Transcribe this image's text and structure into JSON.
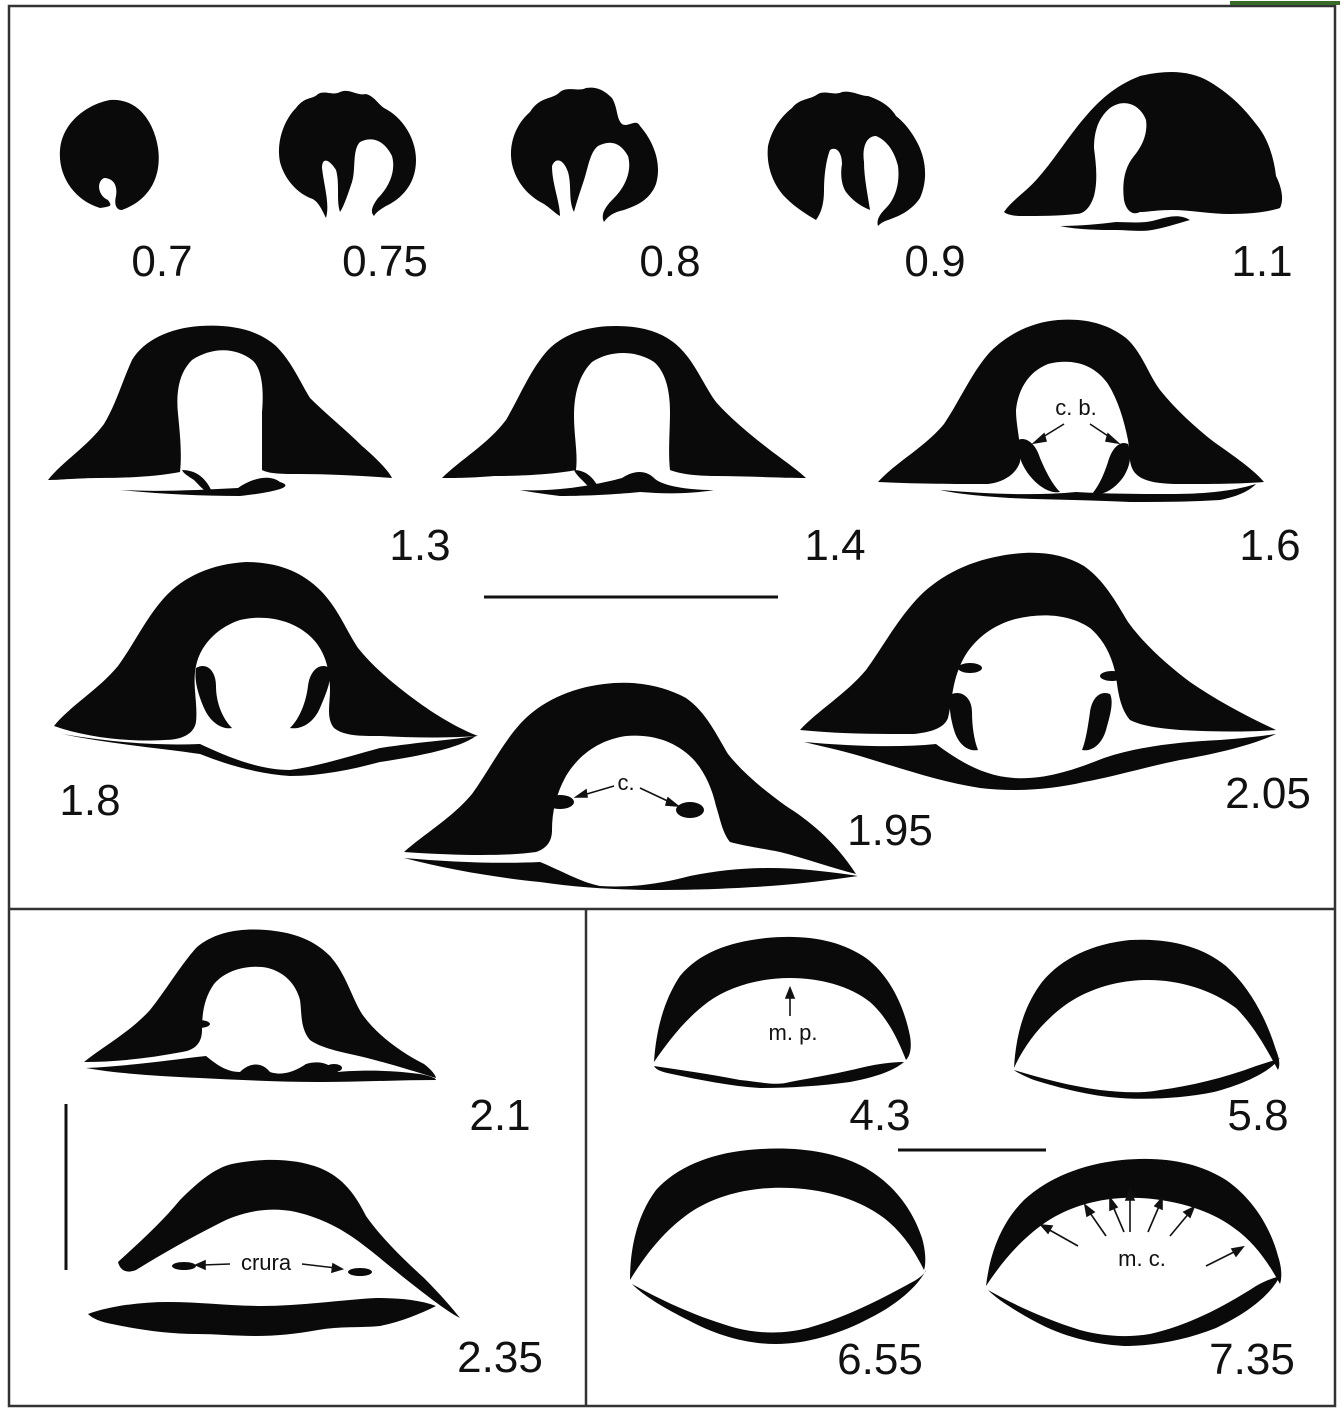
{
  "labels": {
    "s0_7": "0.7",
    "s0_75": "0.75",
    "s0_8": "0.8",
    "s0_9": "0.9",
    "s1_1": "1.1",
    "s1_3": "1.3",
    "s1_4": "1.4",
    "s1_6": "1.6",
    "s1_8": "1.8",
    "s1_95": "1.95",
    "s2_05": "2.05",
    "s2_1": "2.1",
    "s2_35": "2.35",
    "s4_3": "4.3",
    "s5_8": "5.8",
    "s6_55": "6.55",
    "s7_35": "7.35"
  },
  "annotations": {
    "cardinal_bases": "c. b.",
    "crura_short": "c.",
    "crura": "crura",
    "median_process": "m. p.",
    "muscle_scars": "m. c."
  },
  "colors": {
    "ink": "#0a0a0a",
    "frame": "#333333",
    "background": "#ffffff",
    "corner_accent": "#3b6b2a"
  }
}
